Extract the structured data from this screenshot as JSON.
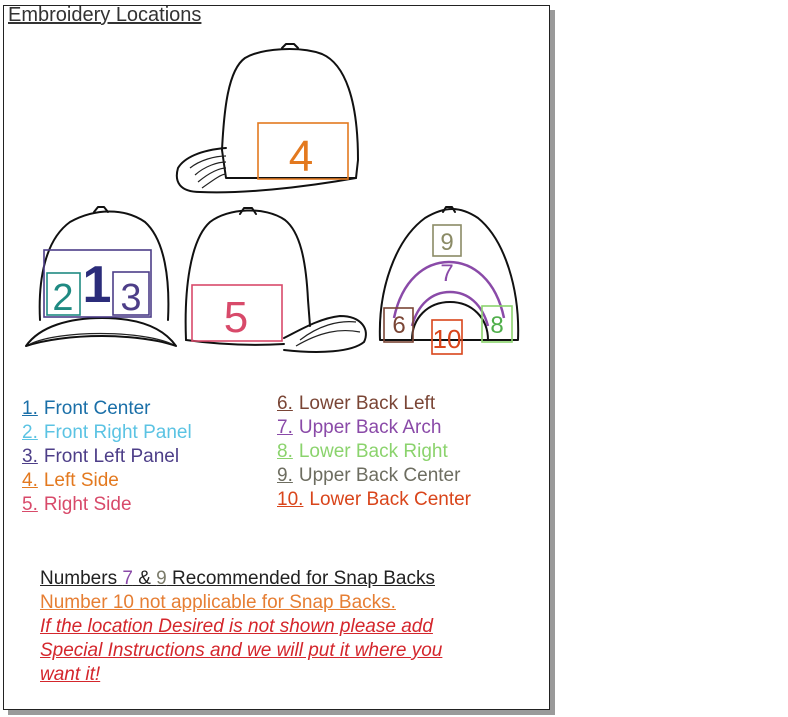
{
  "title": "Embroidery Locations",
  "colors": {
    "c1": "#1a6fa8",
    "c2": "#5bc3e3",
    "c3": "#4d3e88",
    "c4": "#e3791f",
    "c5": "#d84a6a",
    "c6": "#7a4535",
    "c7": "#8a4aa8",
    "c8": "#8bd36d",
    "c9": "#7b7b6a",
    "c10": "#d9451b",
    "mark2": "#1f8a82",
    "mark1": "#2b2c7a"
  },
  "cap_labels": {
    "front_center": "1",
    "front_right": "2",
    "front_left": "3",
    "left_side": "4",
    "right_side": "5",
    "lower_back_left": "6",
    "upper_back_arch": "7",
    "lower_back_right": "8",
    "upper_back_center": "9",
    "lower_back_center": "10"
  },
  "legend_left": [
    {
      "num": "1.",
      "label": "Front Center",
      "color": "#1a6fa8"
    },
    {
      "num": "2.",
      "label": "Front Right Panel",
      "color": "#5bc3e3"
    },
    {
      "num": "3.",
      "label": "Front Left Panel",
      "color": "#4d3e88"
    },
    {
      "num": "4.",
      "label": "Left Side",
      "color": "#e3791f"
    },
    {
      "num": "5.",
      "label": "Right Side",
      "color": "#d84a6a"
    }
  ],
  "legend_right": [
    {
      "num": "6.",
      "label": "Lower Back Left",
      "color": "#7a4535"
    },
    {
      "num": "7.",
      "label": "Upper Back Arch",
      "color": "#8a4aa8"
    },
    {
      "num": "8.",
      "label": "Lower Back Right",
      "color": "#8bd36d"
    },
    {
      "num": "9.",
      "label": "Upper Back Center",
      "color": "#6d6d60"
    },
    {
      "num": "10.",
      "label": "Lower Back Center",
      "color": "#d9451b"
    }
  ],
  "notes": {
    "snap_prefix": "Numbers ",
    "snap_num7": "7",
    "snap_amp": " & ",
    "snap_num9": "9",
    "snap_suffix": " Recommended for Snap Backs",
    "not_applicable": "Number 10 not applicable for Snap Backs.",
    "warning_lines": [
      "If the location Desired is not shown please add",
      "Special Instructions and we will put it where you",
      "want it!"
    ]
  }
}
